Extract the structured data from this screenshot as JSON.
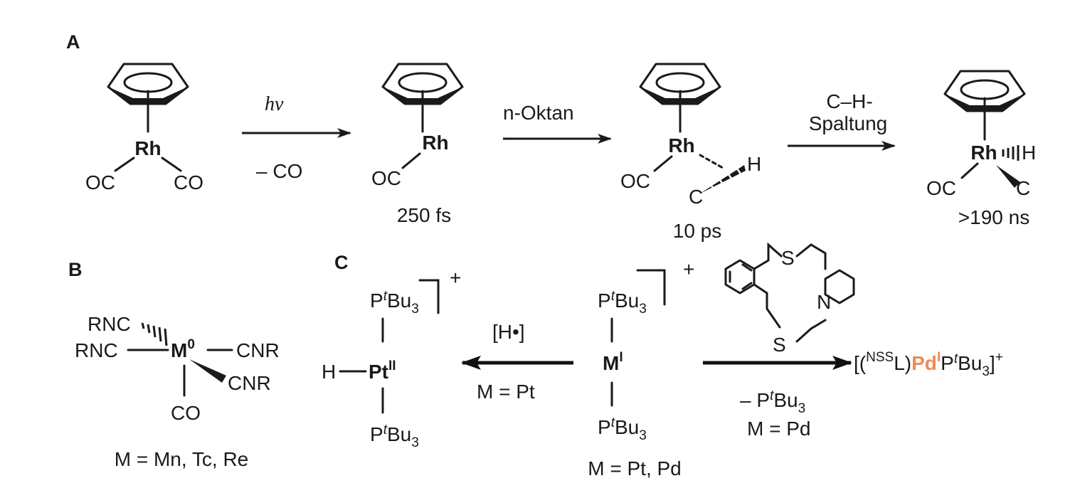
{
  "colors": {
    "metal": "#f08a55",
    "time_fast": "#3a93cf",
    "time_mid": "#f08a55",
    "time_slow": "#46b04a",
    "ink": "#1a1a1a"
  },
  "panel_a": {
    "label": "A",
    "step1": {
      "metal": "Rh",
      "ligand_left": "OC",
      "ligand_right": "CO"
    },
    "arrow1": {
      "above": "hv",
      "below": "– CO"
    },
    "step2": {
      "metal": "Rh",
      "ligand_left": "OC",
      "time": "250 fs"
    },
    "arrow2": {
      "above": "n-Oktan"
    },
    "step3": {
      "metal": "Rh",
      "ligand_left": "OC",
      "h": "H",
      "c": "C",
      "time": "10 ps"
    },
    "arrow3": {
      "above_line1": "C–H-",
      "above_line2": "Spaltung"
    },
    "step4": {
      "metal": "Rh",
      "ligand_left": "OC",
      "h": "H",
      "c": "C",
      "time": ">190 ns"
    }
  },
  "panel_b": {
    "label": "B",
    "metal": "M",
    "metal_ox": "0",
    "ligand_tl": "RNC",
    "ligand_l": "RNC",
    "ligand_r": "CNR",
    "ligand_br": "CNR",
    "ligand_b": "CO",
    "caption": "M = Mn, Tc, Re"
  },
  "panel_c": {
    "label": "C",
    "center": {
      "metal": "M",
      "metal_ox": "I",
      "charge": "+",
      "ligand_p": "P",
      "ligand_t": "t",
      "ligand_bu": "Bu",
      "ligand_sub": "3",
      "caption": "M = Pt, Pd"
    },
    "left_product": {
      "metal": "Pt",
      "metal_ox": "II",
      "h": "H",
      "charge": "+"
    },
    "arrow_left": {
      "above": "[H•]",
      "below": "M = Pt"
    },
    "macrocycle": {
      "s_top": "S",
      "s_bottom": "S",
      "n": "N"
    },
    "arrow_right": {
      "below_line1_prefix": "– P",
      "below_line2": "M = Pd"
    },
    "right_product": {
      "open": "[(",
      "sup": "NSS",
      "l": "L)",
      "metal": "Pd",
      "metal_ox": "I",
      "close_charge": "+"
    }
  }
}
